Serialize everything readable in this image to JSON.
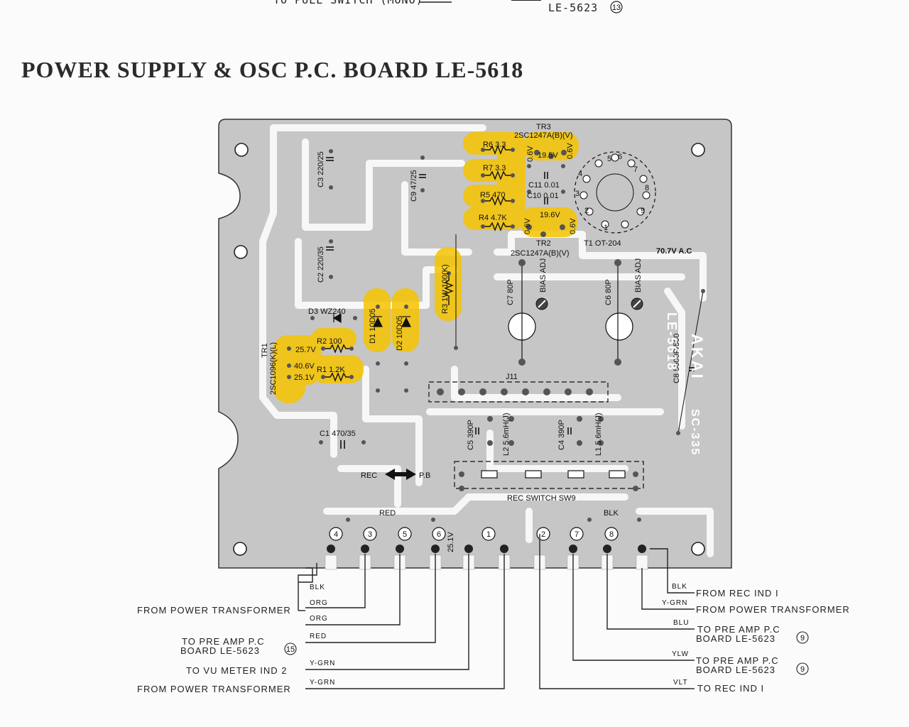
{
  "top_fragment": {
    "left_text": "TO PULL SWITCH (MONO)",
    "right_text": "LE-5623",
    "right_ref": "13"
  },
  "title": "POWER SUPPLY & OSC P.C. BOARD LE-5618",
  "board": {
    "components": {
      "tr3": "TR3",
      "tr3_type": "2SC1247A(B)(V)",
      "r6": "R6 3.3",
      "r7": "R7 3.3",
      "r5": "R5 470",
      "r4": "R4 4.7K",
      "v_06_a": "0.6V",
      "v_195": "19.5V",
      "v_06_b": "0.6V",
      "c11": "C11 0.01",
      "c10": "C10 0.01",
      "v_06_c": "0.6V",
      "v_196": "19.6V",
      "v_06_d": "0.6V",
      "tr2": "TR2",
      "tr2_type": "2SC1247A(B)(V)",
      "t1": "T1 OT-204",
      "c3": "C3 220/25",
      "c9": "C9 47/25",
      "c2": "C2 220/35",
      "r3": "R3 1W 100(K)",
      "c7": "C7 80P",
      "c6": "C6 80P",
      "bias_adj_1": "BIAS ADJ",
      "bias_adj_2": "BIAS ADJ",
      "v_ac": "70.7V A.C",
      "d3": "D3 WZ240",
      "d1": "D1 10D05",
      "d2": "D2 10D05",
      "tr1": "TR1",
      "tr1_type": "2SC1096(K)(L)",
      "r2": "R2 100",
      "r1": "R1 1.2K",
      "v_257": "25.7V",
      "v_406": "40.6V",
      "v_251": "25.1V",
      "j11": "J11",
      "c8": "C8 5600P/500",
      "board_id": "LE-5618",
      "brand": "AKAI",
      "brand_code": "SC-335",
      "c1": "C1 470/35",
      "c5": "C5 390P",
      "l2": "L2 5.6mH(J)",
      "c4": "C4 390P",
      "l1": "L1 5.6mH(J)",
      "rec": "REC",
      "pb": "P.B",
      "rec_switch": "REC SWITCH SW9",
      "red": "RED",
      "blk": "BLK",
      "v_pin6": "25.1V"
    },
    "pins": [
      "4",
      "3",
      "5",
      "6",
      "1",
      "2",
      "7",
      "8"
    ],
    "highlight_color": "#f5c400"
  },
  "wires": {
    "left": [
      "BLK",
      "ORG",
      "ORG",
      "RED",
      "Y-GRN",
      "Y-GRN"
    ],
    "right": [
      "BLK",
      "Y-GRN",
      "BLU",
      "YLW",
      "VLT"
    ]
  },
  "external_labels": {
    "left": {
      "from_power_1": "FROM POWER TRANSFORMER",
      "to_pre_amp_1a": "TO PRE AMP P.C",
      "to_pre_amp_1b": "BOARD LE-5623",
      "to_pre_amp_1_ref": "15",
      "to_vu": "TO VU METER IND 2",
      "from_power_2": "FROM POWER TRANSFORMER"
    },
    "right": {
      "from_rec_ind": "FROM REC IND I",
      "from_power": "FROM POWER TRANSFORMER",
      "to_pre_amp_2a": "TO PRE AMP P.C",
      "to_pre_amp_2b": "BOARD LE-5623",
      "to_pre_amp_2_ref": "9",
      "to_pre_amp_3a": "TO PRE AMP P.C",
      "to_pre_amp_3b": "BOARD LE-5623",
      "to_pre_amp_3_ref": "9",
      "to_rec_ind": "TO REC IND I"
    }
  }
}
